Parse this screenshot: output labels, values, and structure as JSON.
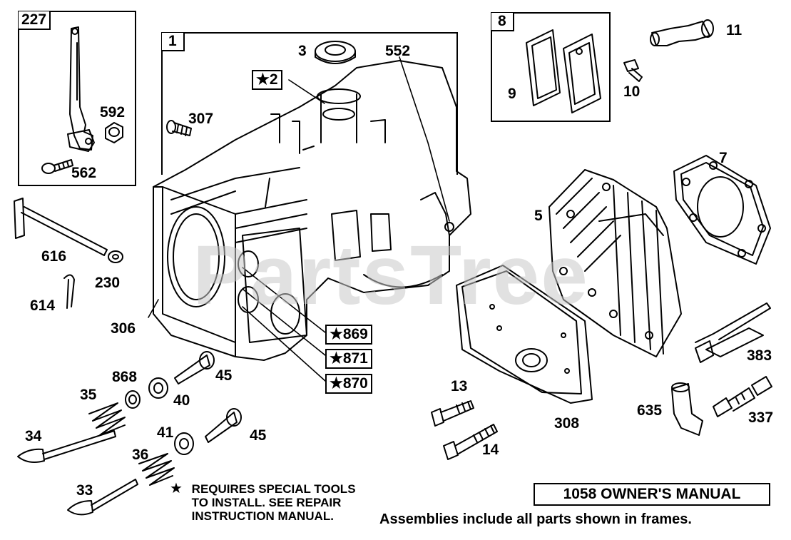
{
  "watermark": "PartsTree",
  "labels": {
    "p227": "227",
    "p592": "592",
    "p562": "562",
    "p1": "1",
    "p3": "3",
    "p552": "552",
    "p2": "★2",
    "p307": "307",
    "p8": "8",
    "p9": "9",
    "p10": "10",
    "p11": "11",
    "p7": "7",
    "p5": "5",
    "p616": "616",
    "p230": "230",
    "p614": "614",
    "p306": "306",
    "p869": "★869",
    "p871": "★871",
    "p870": "★870",
    "p868": "868",
    "p35": "35",
    "p40": "40",
    "p45a": "45",
    "p41": "41",
    "p45b": "45",
    "p34": "34",
    "p36": "36",
    "p33": "33",
    "p13": "13",
    "p14": "14",
    "p308": "308",
    "p383": "383",
    "p635": "635",
    "p337": "337"
  },
  "note": {
    "star": "★",
    "line1": "REQUIRES SPECIAL TOOLS",
    "line2": "TO INSTALL.  SEE REPAIR",
    "line3": "INSTRUCTION MANUAL."
  },
  "manual_title": "1058 OWNER'S MANUAL",
  "footer": "Assemblies include all parts shown in frames."
}
